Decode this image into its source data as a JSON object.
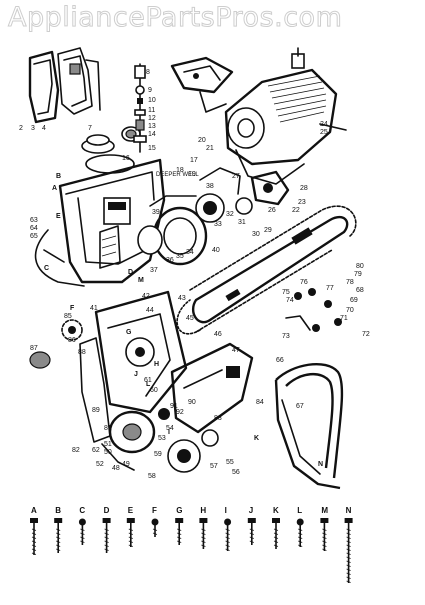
{
  "watermark": "AppliancePartsPros.com",
  "part_labels": [
    "2",
    "3",
    "4",
    "7",
    "8",
    "9",
    "10",
    "11",
    "12",
    "13",
    "14",
    "15",
    "16",
    "17",
    "18",
    "19",
    "20",
    "21",
    "22",
    "23",
    "24",
    "25",
    "26",
    "27",
    "28",
    "29",
    "30",
    "31",
    "32",
    "33",
    "34",
    "35",
    "36",
    "37",
    "38",
    "39",
    "40",
    "41",
    "42",
    "43",
    "44",
    "45",
    "46",
    "47",
    "48",
    "49",
    "50",
    "51",
    "52",
    "53",
    "54",
    "55",
    "56",
    "57",
    "58",
    "59",
    "60",
    "61",
    "62",
    "63",
    "64",
    "65",
    "66",
    "67",
    "68",
    "69",
    "70",
    "71",
    "72",
    "73",
    "74",
    "75",
    "76",
    "77",
    "78",
    "79",
    "80",
    "81",
    "82",
    "83",
    "84",
    "85",
    "86",
    "87",
    "88",
    "89",
    "90",
    "91",
    "92"
  ],
  "callouts": {
    "deeper_well": "DEEPER WELL",
    "rod_a": "A",
    "rod_b": "B",
    "rod_c": "C",
    "rod_d": "D",
    "rod_e": "E",
    "rod_f": "F",
    "rod_g": "G",
    "rod_h": "H",
    "rod_i": "I",
    "rod_j": "J",
    "rod_k": "K",
    "rod_l": "L",
    "rod_m": "M",
    "rod_n": "N"
  },
  "fastener_row": [
    "A",
    "B",
    "C",
    "D",
    "E",
    "F",
    "G",
    "H",
    "I",
    "J",
    "K",
    "L",
    "M",
    "N"
  ]
}
